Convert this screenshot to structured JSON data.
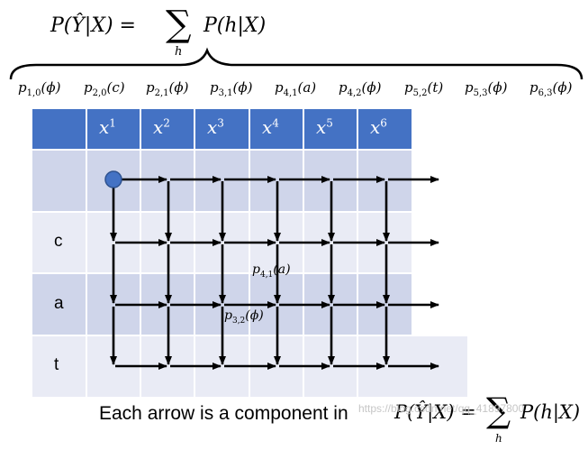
{
  "formula": {
    "lhs": "P(Ŷ|X) =",
    "sum_symbol": "∑",
    "sum_index": "h",
    "rhs": "P(h|X)"
  },
  "path_labels": [
    {
      "base": "p",
      "sub": "1,0",
      "arg": "(ϕ)"
    },
    {
      "base": "p",
      "sub": "2,0",
      "arg": "(c)"
    },
    {
      "base": "p",
      "sub": "2,1",
      "arg": "(ϕ)"
    },
    {
      "base": "p",
      "sub": "3,1",
      "arg": "(ϕ)"
    },
    {
      "base": "p",
      "sub": "4,1",
      "arg": "(a)"
    },
    {
      "base": "p",
      "sub": "4,2",
      "arg": "(ϕ)"
    },
    {
      "base": "p",
      "sub": "5,2",
      "arg": "(t)"
    },
    {
      "base": "p",
      "sub": "5,3",
      "arg": "(ϕ)"
    },
    {
      "base": "p",
      "sub": "6,3",
      "arg": "(ϕ)"
    }
  ],
  "grid": {
    "columns": [
      {
        "base": "x",
        "sup": "1"
      },
      {
        "base": "x",
        "sup": "2"
      },
      {
        "base": "x",
        "sup": "3"
      },
      {
        "base": "x",
        "sup": "4"
      },
      {
        "base": "x",
        "sup": "5"
      },
      {
        "base": "x",
        "sup": "6"
      }
    ],
    "rows": [
      "",
      "c",
      "a",
      "t"
    ],
    "colors": {
      "header": "#4472c4",
      "header_text": "#ffffff",
      "row_dark": "#cfd5ea",
      "row_light": "#e9ebf5",
      "arrow": "#000000",
      "start_node": "#4472c4"
    }
  },
  "inline_labels": [
    {
      "base": "p",
      "sub": "4,1",
      "arg": "(a)"
    },
    {
      "base": "p",
      "sub": "3,2",
      "arg": "(ϕ)"
    }
  ],
  "caption": {
    "text": "Each arrow is a component in",
    "lhs": "P(Ŷ|X) =",
    "sum_symbol": "∑",
    "sum_index": "h",
    "rhs": "P(h|X)"
  },
  "watermark": "https://blog.csdn.net/qq_41897800"
}
